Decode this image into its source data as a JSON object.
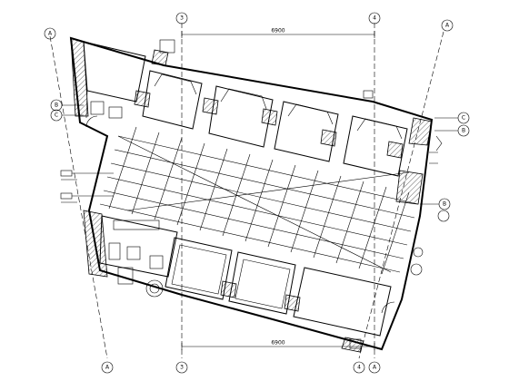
{
  "drawing": {
    "type": "architectural-floor-plan",
    "top_dimension": "6900",
    "bottom_dimension": "6900",
    "axis_markers": [
      {
        "id": "axis-top-left",
        "label": "A"
      },
      {
        "id": "axis-top-3",
        "label": "3"
      },
      {
        "id": "axis-top-4",
        "label": "4"
      },
      {
        "id": "axis-top-right",
        "label": "A"
      },
      {
        "id": "axis-left-c",
        "label": "C"
      },
      {
        "id": "axis-left-b",
        "label": "B"
      },
      {
        "id": "axis-right-c",
        "label": "C"
      },
      {
        "id": "axis-right-b",
        "label": "B"
      },
      {
        "id": "axis-right-mid",
        "label": "B"
      },
      {
        "id": "axis-bottom-left",
        "label": "A"
      },
      {
        "id": "axis-bottom-3",
        "label": "3"
      },
      {
        "id": "axis-bottom-4",
        "label": "4"
      },
      {
        "id": "axis-bottom-right",
        "label": "A"
      }
    ]
  }
}
